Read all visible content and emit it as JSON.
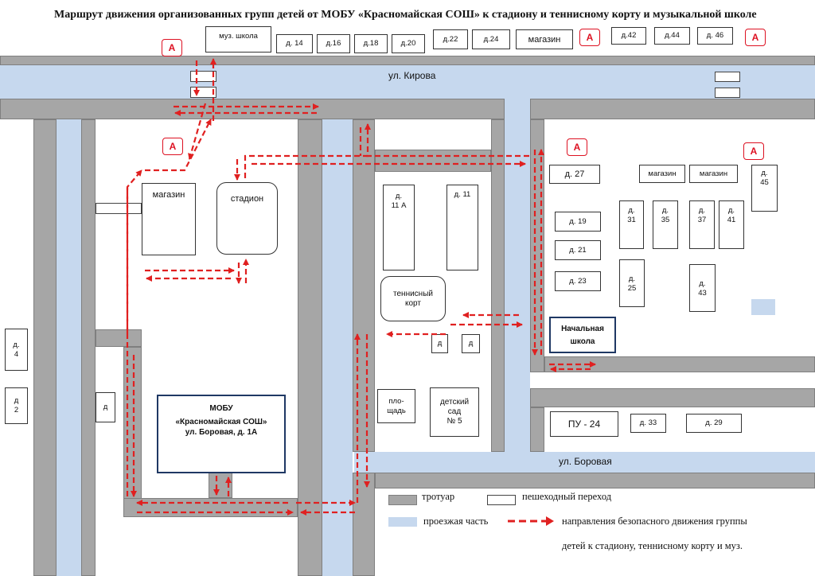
{
  "title": "Маршрут движения организованных групп детей от МОБУ «Красномайская СОШ» к стадиону и теннисному корту и музыкальной школе",
  "streets": {
    "kirova": "ул. Кирова",
    "borovaya": "ул. Боровая"
  },
  "bus_stop": "А",
  "top_row": {
    "muz_shkola": "муз. школа",
    "d14": "д. 14",
    "d16": "д.16",
    "d18": "д.18",
    "d20": "д.20",
    "d22": "д.22",
    "d24": "д.24",
    "magazin": "магазин",
    "d42": "д.42",
    "d44": "д.44",
    "d46": "д. 46"
  },
  "left_block": {
    "magazin": "магазин",
    "stadion": "стадион",
    "d": "д",
    "d4": "д.\n4",
    "d2": "д\n2"
  },
  "school": {
    "line1": "МОБУ",
    "line2": "«Красномайская  СОШ»",
    "line3": "ул. Боровая, д. 1А"
  },
  "middle_block": {
    "d11a": "д.\n11 А",
    "d11": "д. 11",
    "tennis": "теннисный\nкорт",
    "d_a": "д",
    "d_b": "д",
    "ploshad": "пло-\nщадь",
    "sad": "детский\nсад\n№ 5"
  },
  "right_block": {
    "d27": "д. 27",
    "magazin1": "магазин",
    "magazin2": "магазин",
    "d45": "д.\n45",
    "d19": "д. 19",
    "d21": "д. 21",
    "d23": "д. 23",
    "d31": "д.\n31",
    "d35": "д.\n35",
    "d37": "д.\n37",
    "d41": "д.\n41",
    "d25": "д.\n25",
    "d43": "д.\n43",
    "nach_shkola": "Начальная\nшкола",
    "pu24": "ПУ - 24",
    "d33": "д. 33",
    "d29": "д. 29"
  },
  "legend": {
    "trotuar": "тротуар",
    "perehod": "пешеходный переход",
    "proezzhaya": "проезжая часть",
    "route_line1": "направления безопасного движения группы",
    "route_line2": "детей к стадиону, теннисному корту и муз."
  },
  "colors": {
    "road": "#c6d8ee",
    "sidewalk": "#a6a6a6",
    "route": "#e02020",
    "school_border": "#1f3864"
  }
}
